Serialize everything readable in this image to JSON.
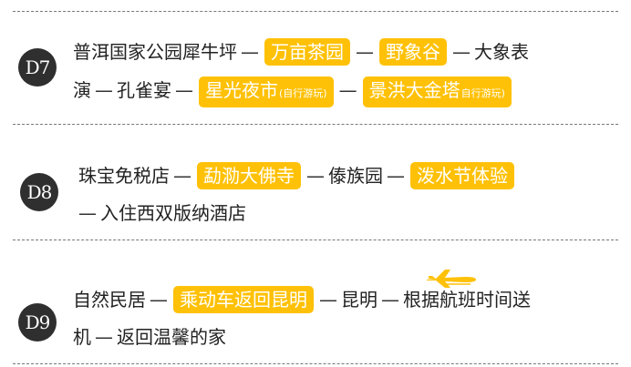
{
  "days": [
    {
      "badge": "D7",
      "line1": {
        "t1": "普洱国家公园犀牛坪",
        "dash": "—",
        "h1": "万亩茶园",
        "h2": "野象谷",
        "t2": "大象表"
      },
      "line2": {
        "t1": "演",
        "t2": "孔雀宴",
        "h1": "星光夜市",
        "h1_note": "(自行游玩)",
        "h2": "景洪大金塔",
        "h2_note": "自行游玩)"
      }
    },
    {
      "badge": "D8",
      "line1": {
        "t1": "珠宝免税店",
        "h1": "勐泐大佛寺",
        "t2": "傣族园",
        "h2": "泼水节体验"
      },
      "line2": {
        "t1": "入住西双版纳酒店"
      }
    },
    {
      "badge": "D9",
      "line1": {
        "t1": "自然民居",
        "h1": "乘动车返回昆明",
        "t2": "昆明",
        "t3": "根据航班时间送"
      },
      "line2": {
        "t1": "机",
        "t2": "返回温馨的家"
      }
    }
  ],
  "colors": {
    "highlight": "#ffc107",
    "badge": "#2f2f2f",
    "separator": "#777777"
  },
  "icons": {
    "plane": "airplane-icon"
  }
}
